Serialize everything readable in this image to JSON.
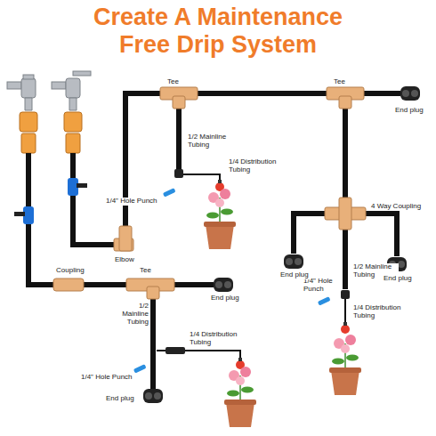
{
  "diagram": {
    "title": "Create A Maintenance Free Drip System",
    "labels": [
      "Tee",
      "Tee",
      "End plug",
      "1/2 Mainline Tubing",
      "1/4\" Hole Punch",
      "1/4 Distribution Tubing",
      "4 Way Coupling",
      "Elbow",
      "1/2 Mainline Tubing",
      "1/4\" Hole Punch",
      "Coupling",
      "Tee",
      "End plug",
      "End plug",
      "End plug",
      "1/2 Mainline Tubing",
      "1/4 Distribution Tubing",
      "1/4 Distribution Tubing",
      "1/4\" Hole Punch",
      "End plug"
    ]
  }
}
